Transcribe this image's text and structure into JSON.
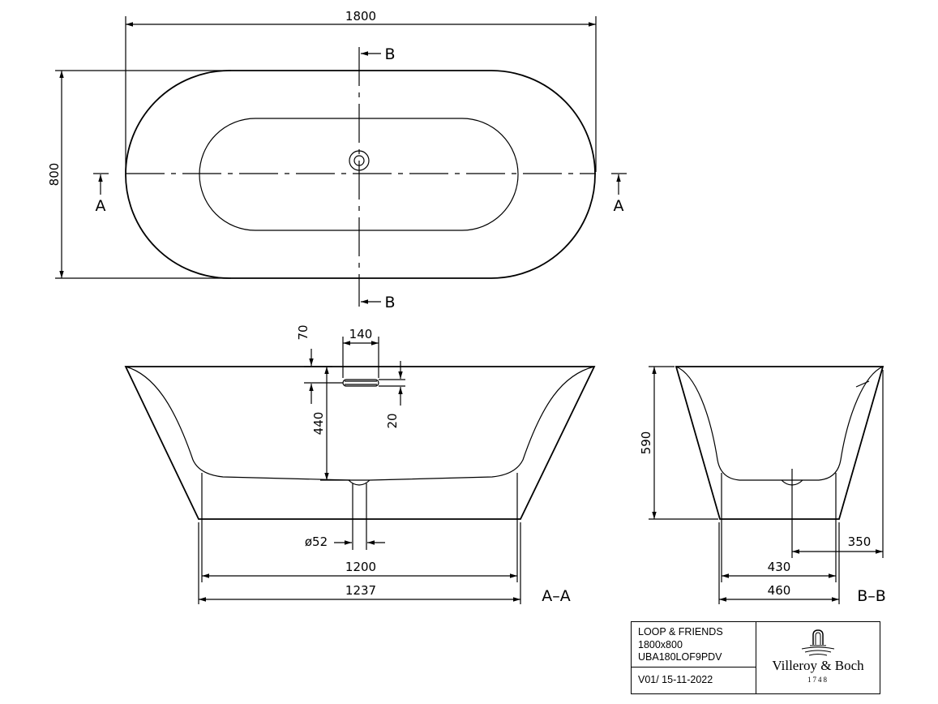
{
  "dimensions": {
    "overall_length": "1800",
    "overall_width": "800",
    "overflow_height": "70",
    "overflow_width": "140",
    "overflow_slot": "20",
    "bath_depth": "440",
    "waste_diameter": "ø52",
    "inner_bottom_length": "1200",
    "base_length": "1237",
    "total_height": "590",
    "side_offset": "350",
    "inner_bottom_width": "430",
    "base_width": "460"
  },
  "section_marks": {
    "a": "A",
    "b": "B",
    "section_aa": "A–A",
    "section_bb": "B–B"
  },
  "title_block": {
    "product_name": "LOOP & FRIENDS",
    "size": "1800x800",
    "article_code": "UBA180LOF9PDV",
    "version": "V01/ 15-11-2022",
    "brand": "Villeroy & Boch",
    "brand_year": "1748"
  }
}
